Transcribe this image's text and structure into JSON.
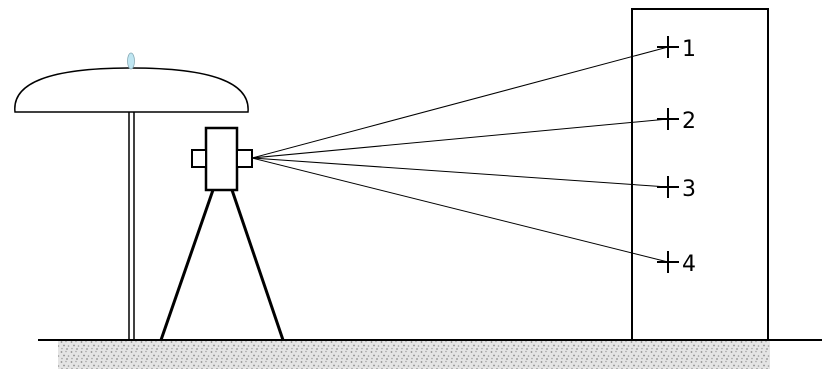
{
  "colors": {
    "line": "#000000",
    "background": "#ffffff",
    "ground_fill": "#e2e2e2",
    "ground_speckle": "#8c8c8c",
    "antenna_tip": "#bfe6f2"
  },
  "targets": [
    {
      "id": "1",
      "label": "1"
    },
    {
      "id": "2",
      "label": "2"
    },
    {
      "id": "3",
      "label": "3"
    },
    {
      "id": "4",
      "label": "4"
    }
  ]
}
